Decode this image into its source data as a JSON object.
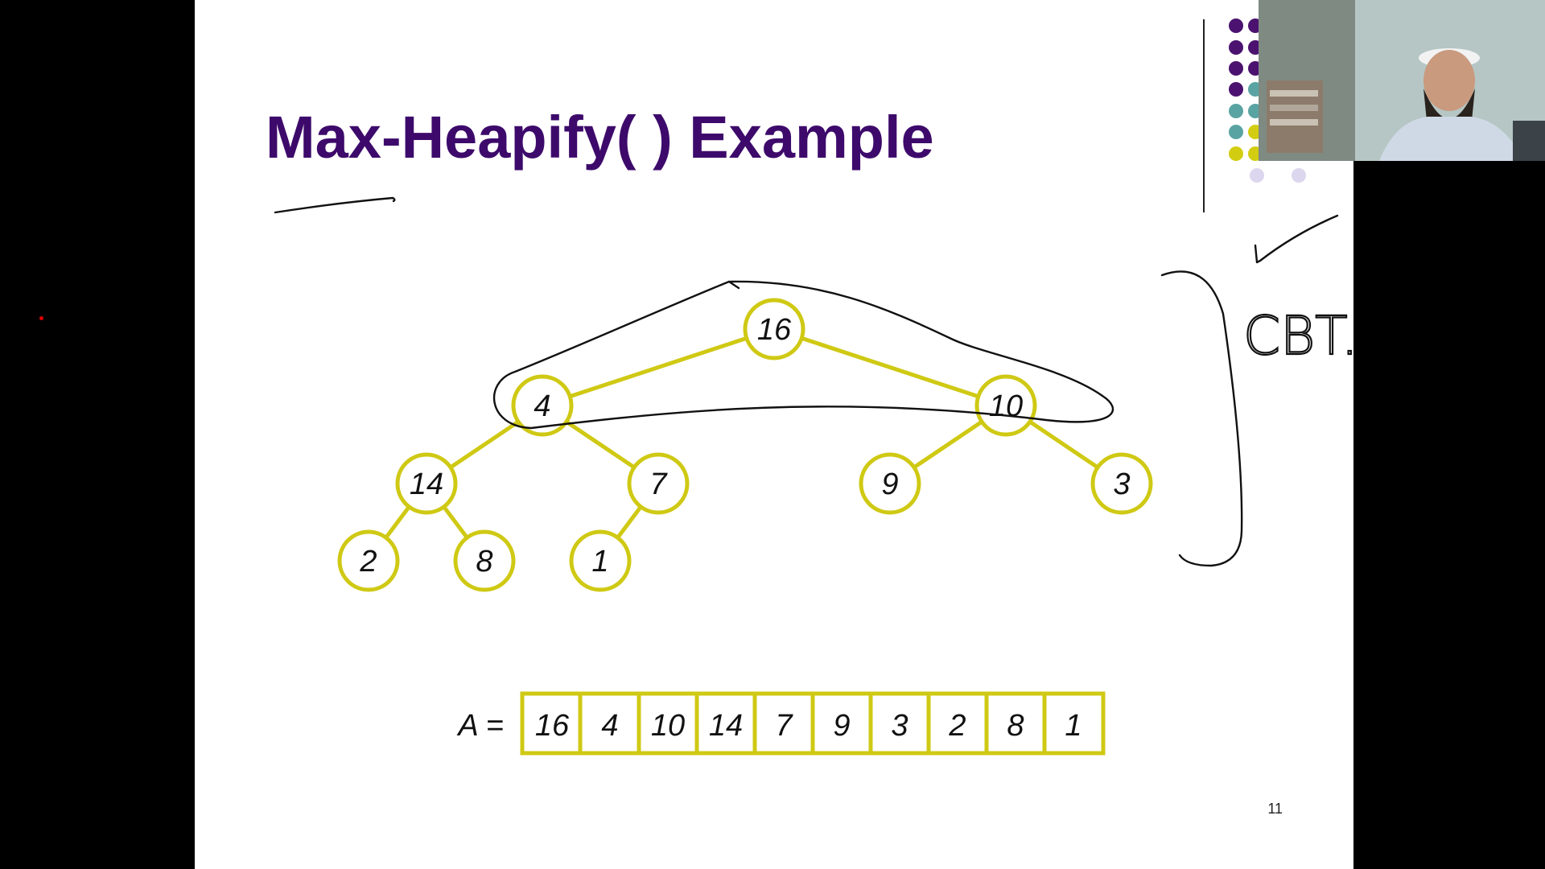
{
  "slide": {
    "title": "Max-Heapify( ) Example",
    "page_number": "11",
    "array_label": "A =",
    "array_values": [
      "16",
      "4",
      "10",
      "14",
      "7",
      "9",
      "3",
      "2",
      "8",
      "1"
    ],
    "tree_nodes": [
      "16",
      "4",
      "10",
      "14",
      "7",
      "9",
      "3",
      "2",
      "8",
      "1"
    ],
    "annotation_text": "CBT.",
    "colors": {
      "title": "#3d0a6b",
      "node_stroke": "#cfc914",
      "node_text": "#111111",
      "ink": "#111111",
      "dot_purple": "#4b136f",
      "dot_teal": "#5aa3a3",
      "dot_yellow": "#d3cd12",
      "dot_lilac": "#dcd7ee"
    }
  },
  "webcam": {
    "icon": "presenter-video-icon"
  }
}
